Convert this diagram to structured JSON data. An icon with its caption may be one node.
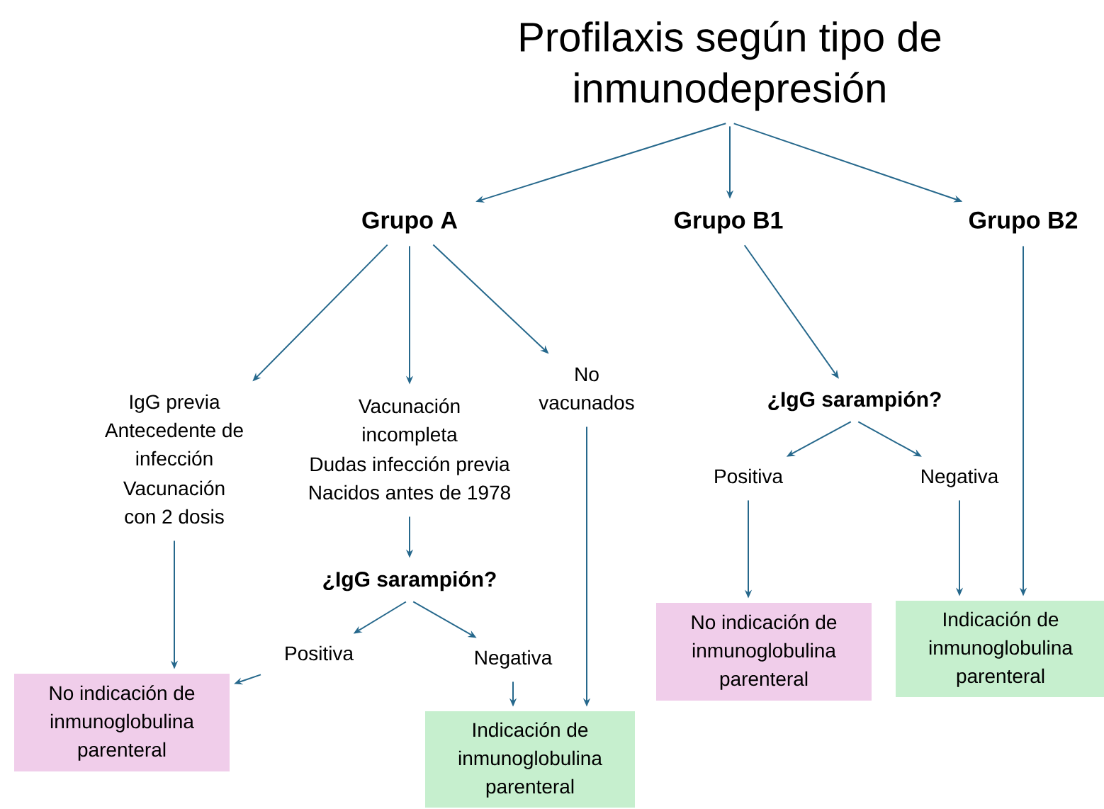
{
  "diagram": {
    "nodes": [
      {
        "text": [
          "Profilaxis según tipo de inmunodepresión"
        ]
      },
      {
        "text": [
          "Grupo A"
        ]
      },
      {
        "text": [
          "Grupo B1"
        ]
      },
      {
        "text": [
          "Grupo B2"
        ]
      },
      {
        "text": [
          "IgG previa",
          "Antecedente de infección",
          "Vacunación con 2 dosis"
        ]
      },
      {
        "text": [
          "Vacunación incompleta",
          "Dudas infección previa",
          "Nacidos antes de 1978"
        ]
      },
      {
        "text": [
          "No vacunados"
        ]
      },
      {
        "text": [
          "¿IgG sarampión?"
        ]
      },
      {
        "text": [
          "Positiva"
        ]
      },
      {
        "text": [
          "Negativa"
        ]
      },
      {
        "text": [
          "No indicación de inmunoglobulina parenteral"
        ]
      },
      {
        "text": [
          "Indicación de inmunoglobulina parenteral"
        ]
      },
      {
        "text": [
          "¿IgG sarampión?"
        ]
      },
      {
        "text": [
          "Positiva"
        ]
      },
      {
        "text": [
          "Negativa"
        ]
      },
      {
        "text": [
          "No indicación de inmunoglobulina parenteral"
        ]
      },
      {
        "text": [
          "Indicación de inmunoglobulina parenteral"
        ]
      }
    ],
    "edges": [
      {
        "from": 0,
        "to": 1,
        "arrow": "to"
      },
      {
        "from": 0,
        "to": 2,
        "arrow": "to"
      },
      {
        "from": 0,
        "to": 3,
        "arrow": "to"
      },
      {
        "from": 1,
        "to": 4,
        "arrow": "to"
      },
      {
        "from": 1,
        "to": 5,
        "arrow": "to"
      },
      {
        "from": 1,
        "to": 6,
        "arrow": "to"
      },
      {
        "from": 4,
        "to": 10,
        "arrow": "to"
      },
      {
        "from": 5,
        "to": 7,
        "arrow": "to"
      },
      {
        "from": 7,
        "to": 8,
        "arrow": "to"
      },
      {
        "from": 7,
        "to": 9,
        "arrow": "to"
      },
      {
        "from": 8,
        "to": 10,
        "arrow": "to"
      },
      {
        "from": 9,
        "to": 11,
        "arrow": "to"
      },
      {
        "from": 6,
        "to": 11,
        "arrow": "to"
      },
      {
        "from": 2,
        "to": 12,
        "arrow": "to"
      },
      {
        "from": 12,
        "to": 13,
        "arrow": "to"
      },
      {
        "from": 12,
        "to": 14,
        "arrow": "to"
      },
      {
        "from": 13,
        "to": 15,
        "arrow": "to"
      },
      {
        "from": 14,
        "to": 16,
        "arrow": "to"
      },
      {
        "from": 3,
        "to": 16,
        "arrow": "to"
      }
    ]
  }
}
